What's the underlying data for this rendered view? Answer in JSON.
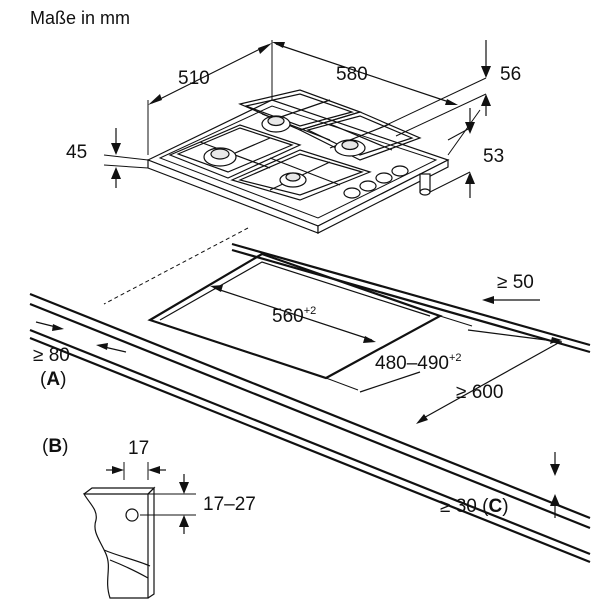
{
  "title": "Maße in mm",
  "hob": {
    "width": "510",
    "depth": "580",
    "back_offset": "56",
    "height": "45",
    "knob_height": "53"
  },
  "cutout": {
    "width": "560",
    "width_tol": "+2",
    "depth": "480–490",
    "depth_tol": "+2",
    "rear_min": "≥ 50",
    "front_min": "≥ 80",
    "worktop_depth": "≥ 600",
    "side_clearance": "≥ 30 ("
  },
  "labels": {
    "a": "A",
    "a_open": "(",
    "a_close": ")",
    "b": "B",
    "b_open": "(",
    "b_close": ")",
    "c": "C",
    "c_close": ")"
  },
  "detail_b": {
    "width": "17",
    "height": "17–27"
  }
}
